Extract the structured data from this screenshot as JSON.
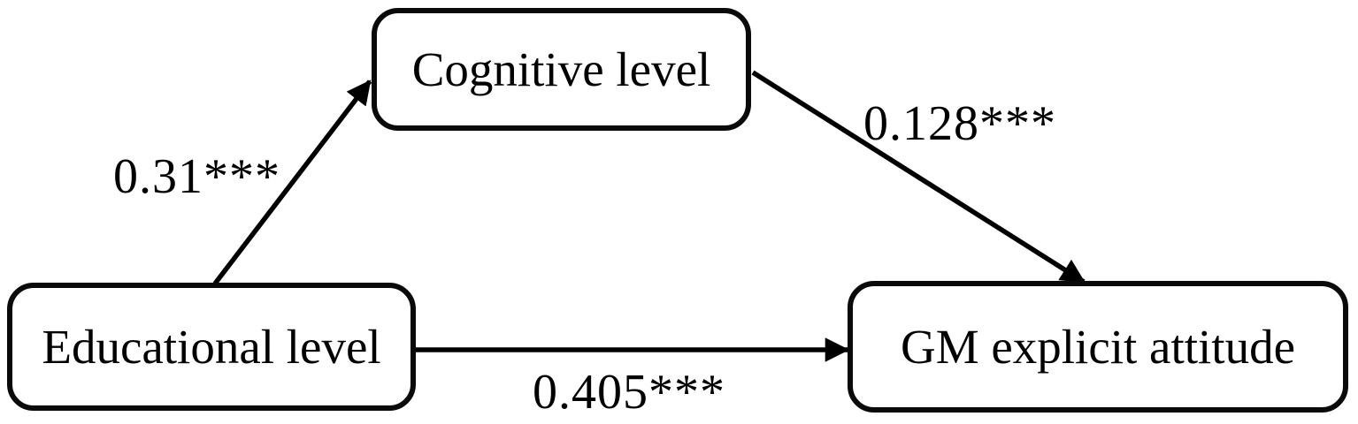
{
  "figure": {
    "kind": "mediation-path-diagram",
    "background_color": "#ffffff",
    "stroke_color": "#000000",
    "nodes": [
      {
        "id": "educational-level",
        "label": "Educational level"
      },
      {
        "id": "cognitive-level",
        "label": "Cognitive level"
      },
      {
        "id": "gm-explicit-attitude",
        "label": "GM explicit attitude"
      }
    ],
    "paths": [
      {
        "from": "Educational level",
        "to": "Cognitive level",
        "coefficient_label": "0.31***"
      },
      {
        "from": "Cognitive level",
        "to": "GM explicit attitude",
        "coefficient_label": "0.128***"
      },
      {
        "from": "Educational level",
        "to": "GM explicit attitude",
        "coefficient_label": "0.405***"
      }
    ]
  }
}
